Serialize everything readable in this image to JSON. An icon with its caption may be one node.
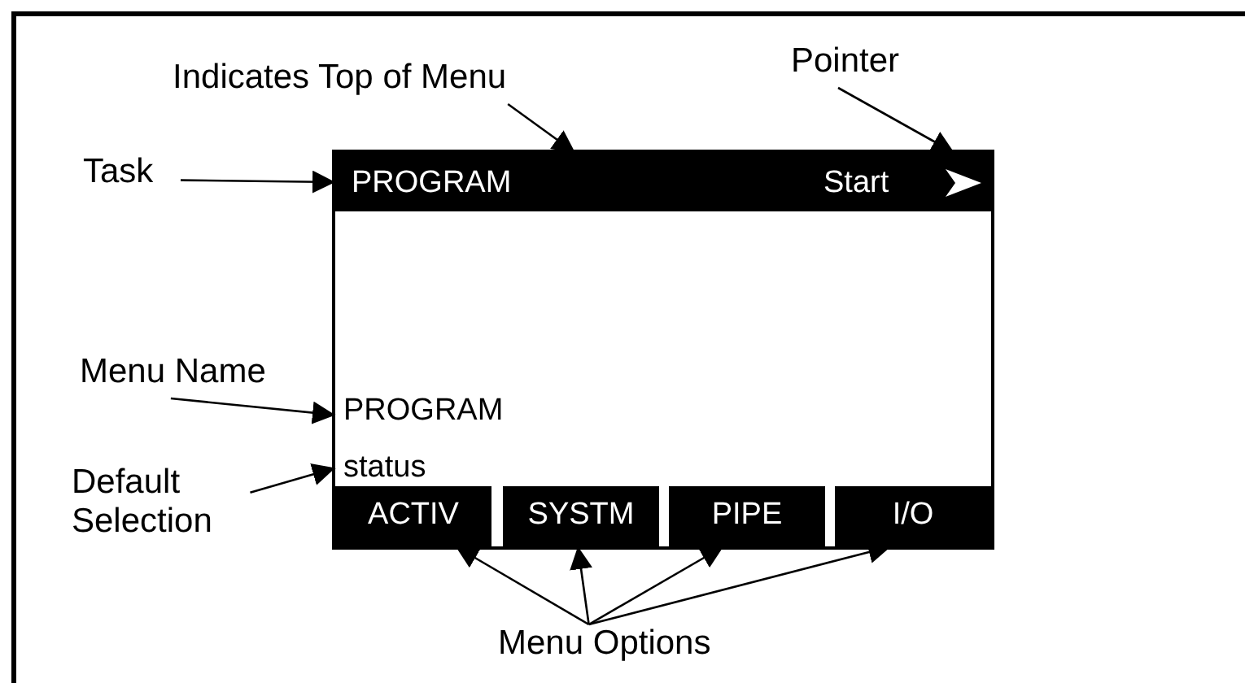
{
  "diagram": {
    "nodes": [
      {
        "text": [
          "Indicates Top of Menu"
        ]
      },
      {
        "text": [
          "Pointer"
        ]
      },
      {
        "text": [
          "Task"
        ]
      },
      {
        "text": [],
        "shape": "box"
      },
      {
        "text": [
          "PROGRAM",
          "Start"
        ],
        "in": 3
      },
      {
        "text": [],
        "shape": "arrowhead",
        "in": 4
      },
      {
        "text": [
          "Menu Name"
        ]
      },
      {
        "text": [
          "PROGRAM"
        ],
        "in": 3
      },
      {
        "text": [
          "Default Selection"
        ]
      },
      {
        "text": [
          "status"
        ],
        "in": 3
      },
      {
        "text": [
          "ACTIV"
        ],
        "in": 3
      },
      {
        "text": [
          "SYSTM"
        ],
        "in": 3
      },
      {
        "text": [
          "PIPE"
        ],
        "in": 3
      },
      {
        "text": [
          "I/O"
        ],
        "in": 3
      },
      {
        "text": [
          "Menu Options"
        ]
      }
    ],
    "edges": [
      {
        "from": 0,
        "to": 4,
        "arrow": "to"
      },
      {
        "from": 1,
        "to": 5,
        "arrow": "to"
      },
      {
        "from": 2,
        "to": 4,
        "arrow": "to"
      },
      {
        "from": 6,
        "to": 7,
        "arrow": "to"
      },
      {
        "from": 8,
        "to": 9,
        "arrow": "to"
      },
      {
        "from": 14,
        "to": 10,
        "arrow": "to"
      },
      {
        "from": 14,
        "to": 11,
        "arrow": "to"
      },
      {
        "from": 14,
        "to": 12,
        "arrow": "to"
      },
      {
        "from": 14,
        "to": 13,
        "arrow": "to"
      }
    ]
  }
}
